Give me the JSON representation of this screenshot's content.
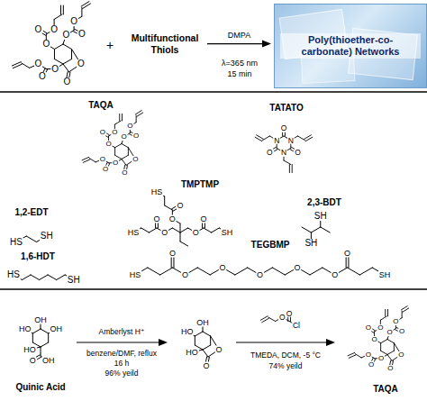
{
  "diagram": {
    "nodes": [
      {
        "text": [
          "Multifunctional Thiols"
        ]
      },
      {
        "text": [
          "Poly(thioether-co-carbonate) Networks"
        ]
      }
    ],
    "edges": [
      {
        "from": 0,
        "to": 1,
        "label": "DMPA",
        "arrow": "to"
      }
    ],
    "labels": [
      "+",
      "λ=365 nm",
      "15 min",
      "TAQA",
      "TATATO",
      "1,2-EDT",
      "TMPTMP",
      "2,3-BDT",
      "1,6-HDT",
      "TEGBMP",
      "Amberlyst H⁺",
      "benzene/DMF, reflux",
      "16 h",
      "96% yeild",
      "TMEDA, DCM, -5 °C",
      "74% yeild",
      "Quinic Acid",
      "TAQA",
      "O",
      "O",
      "O",
      "O",
      "O",
      "O",
      "O",
      "O",
      "O",
      "O",
      "O",
      "O",
      "O",
      "O",
      "O",
      "O",
      "O",
      "O",
      "O",
      "O",
      "O",
      "O",
      "N",
      "N",
      "N",
      "O",
      "O",
      "O",
      "HS",
      "SH",
      "O",
      "O",
      "HS",
      "O",
      "O",
      "SH",
      "O",
      "O",
      "HS",
      "SH",
      "SH",
      "HS",
      "SH",
      "HS",
      "O",
      "O",
      "O",
      "O",
      "O",
      "SH",
      "O",
      "O",
      "O",
      "OH",
      "HO",
      "OH",
      "OH",
      "HO",
      "O",
      "O",
      "HO",
      "OH",
      "HO",
      "O",
      "O",
      "Cl",
      "O",
      "O",
      "O",
      "O",
      "O",
      "O",
      "O",
      "O",
      "O",
      "O",
      "O"
    ]
  }
}
